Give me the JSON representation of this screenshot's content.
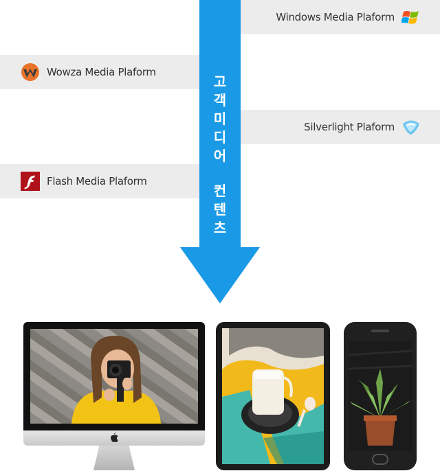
{
  "platforms": {
    "windows": {
      "label": "Windows Media Plaform",
      "icon": "windows-logo-icon"
    },
    "wowza": {
      "label": "Wowza Media Plaform",
      "icon": "wowza-logo-icon"
    },
    "silverlight": {
      "label": "Silverlight Plaform",
      "icon": "silverlight-logo-icon"
    },
    "flash": {
      "label": "Flash Media Plaform",
      "icon": "flash-logo-icon"
    }
  },
  "arrow": {
    "label_line1": [
      "고",
      "객",
      "미",
      "디",
      "어"
    ],
    "label_line2": [
      "컨",
      "텐",
      "츠"
    ],
    "color": "#1a9ae6"
  },
  "devices": {
    "desktop": {
      "icon": "apple-logo-icon"
    },
    "tablet": {},
    "phone": {}
  },
  "colors": {
    "bar_bg": "#ececec",
    "accent": "#1a9ae6"
  }
}
